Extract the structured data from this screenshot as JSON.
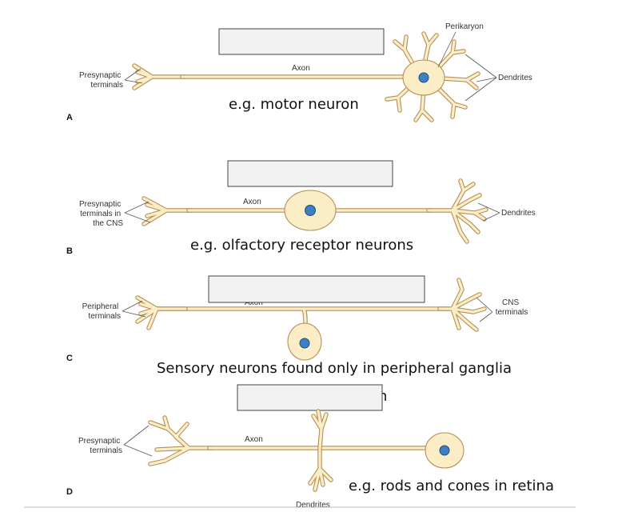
{
  "panels": [
    {
      "letter": "A",
      "example": "e.g. motor neuron",
      "labels": {
        "terminals": [
          "Presynaptic",
          "terminals"
        ],
        "axon": "Axon",
        "perikaryon": "Perikaryon",
        "dendrites": "Dendrites"
      }
    },
    {
      "letter": "B",
      "example": "e.g. olfactory receptor neurons",
      "labels": {
        "terminals": [
          "Presynaptic",
          "terminals in",
          "the CNS"
        ],
        "axon": "Axon",
        "dendrites": "Dendrites"
      }
    },
    {
      "letter": "C",
      "example": "Sensory neurons found only in peripheral ganglia",
      "labels": {
        "terminals": [
          "Peripheral",
          "terminals"
        ],
        "axon": "Axon",
        "cns_terminals": [
          "CNS",
          "terminals"
        ]
      }
    },
    {
      "letter": "D",
      "example": "e.g. rods and cones in retina",
      "hidden_fragment": "n",
      "labels": {
        "terminals": [
          "Presynaptic",
          "terminals"
        ],
        "axon": "Axon",
        "dendrites": "Dendrites"
      }
    }
  ],
  "colors": {
    "cytoplasm": "#fbeec7",
    "membrane": "#b58f57",
    "nucleus": "#3e7fc1",
    "cover_box": "#f2f2f2"
  }
}
